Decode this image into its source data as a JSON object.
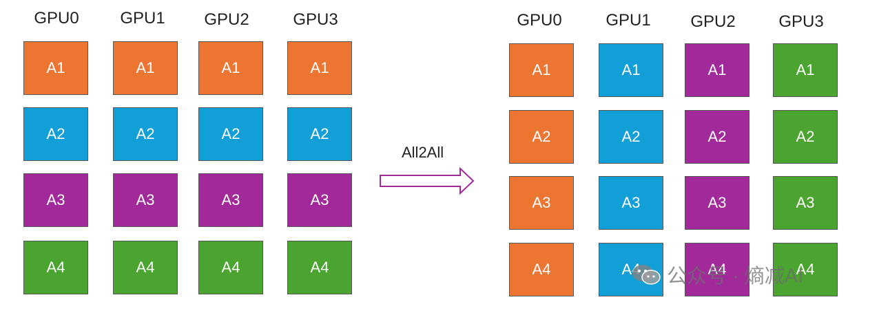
{
  "colors": {
    "orange": "#ec7531",
    "blue": "#129fd7",
    "purple": "#a1299a",
    "green": "#4aa42f",
    "arrow_outline": "#a1299a"
  },
  "operation": {
    "label": "All2All"
  },
  "before": {
    "gpus": [
      {
        "label": "GPU0",
        "blocks": [
          "A1",
          "A2",
          "A3",
          "A4"
        ],
        "colors": [
          "orange",
          "blue",
          "purple",
          "green"
        ]
      },
      {
        "label": "GPU1",
        "blocks": [
          "A1",
          "A2",
          "A3",
          "A4"
        ],
        "colors": [
          "orange",
          "blue",
          "purple",
          "green"
        ]
      },
      {
        "label": "GPU2",
        "blocks": [
          "A1",
          "A2",
          "A3",
          "A4"
        ],
        "colors": [
          "orange",
          "blue",
          "purple",
          "green"
        ]
      },
      {
        "label": "GPU3",
        "blocks": [
          "A1",
          "A2",
          "A3",
          "A4"
        ],
        "colors": [
          "orange",
          "blue",
          "purple",
          "green"
        ]
      }
    ]
  },
  "after": {
    "gpus": [
      {
        "label": "GPU0",
        "blocks": [
          "A1",
          "A2",
          "A3",
          "A4"
        ],
        "colors": [
          "orange",
          "orange",
          "orange",
          "orange"
        ]
      },
      {
        "label": "GPU1",
        "blocks": [
          "A1",
          "A2",
          "A3",
          "A4"
        ],
        "colors": [
          "blue",
          "blue",
          "blue",
          "blue"
        ]
      },
      {
        "label": "GPU2",
        "blocks": [
          "A1",
          "A2",
          "A3",
          "A4"
        ],
        "colors": [
          "purple",
          "purple",
          "purple",
          "purple"
        ]
      },
      {
        "label": "GPU3",
        "blocks": [
          "A1",
          "A2",
          "A3",
          "A4"
        ],
        "colors": [
          "green",
          "green",
          "green",
          "green"
        ]
      }
    ]
  },
  "watermark": {
    "text": "公众号 · 熵减AI",
    "icon": "wechat-icon"
  }
}
